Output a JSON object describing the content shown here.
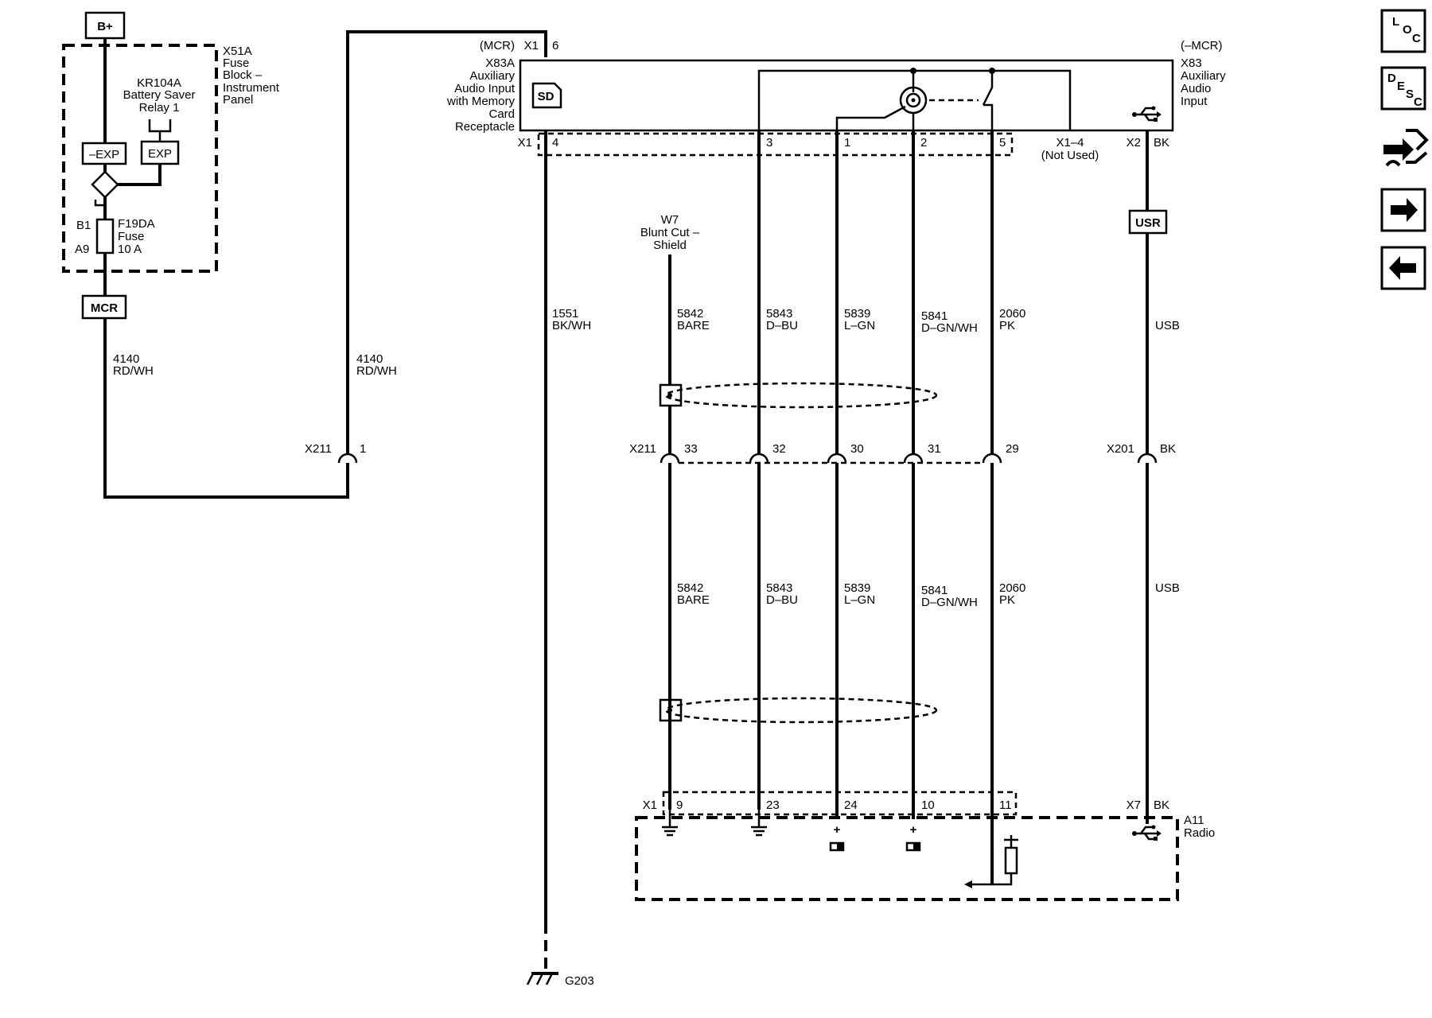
{
  "power": {
    "source": "B+",
    "fuse_block": [
      "X51A",
      "Fuse",
      "Block –",
      "Instrument",
      "Panel"
    ],
    "relay": [
      "KR104A",
      "Battery Saver",
      "Relay 1"
    ],
    "neg_exp": "–EXP",
    "exp": "EXP",
    "pin_b1": "B1",
    "pin_a9": "A9",
    "fuse": [
      "F19DA",
      "Fuse",
      "10 A"
    ],
    "mcr_tag": "MCR",
    "wire_left": [
      "4140",
      "RD/WH"
    ],
    "wire_mid": [
      "4140",
      "RD/WH"
    ],
    "x211_left": "X211",
    "x211_pin1": "1"
  },
  "x83a": {
    "mcr": "(MCR)",
    "conn": "X1",
    "pin6": "6",
    "title": [
      "X83A",
      "Auxiliary",
      "Audio Input",
      "with Memory",
      "Card",
      "Receptacle"
    ],
    "sd_icon": "SD",
    "x1_bottom": "X1",
    "pin4": "4"
  },
  "x83": {
    "mcr": "(–MCR)",
    "title": [
      "X83",
      "Auxiliary",
      "Audio",
      "Input"
    ],
    "pins": [
      "3",
      "1",
      "2",
      "5"
    ],
    "not_used": [
      "X1–4",
      "(Not Used)"
    ],
    "x2": "X2",
    "bk": "BK"
  },
  "shield": [
    "W7",
    "Blunt Cut –",
    "Shield"
  ],
  "ground_wire": [
    "1551",
    "BK/WH"
  ],
  "wires_upper": [
    [
      "5842",
      "BARE"
    ],
    [
      "5843",
      "D–BU"
    ],
    [
      "5839",
      "L–GN"
    ],
    [
      "5841",
      "D–GN/WH"
    ],
    [
      "2060",
      "PK"
    ]
  ],
  "wires_lower": [
    [
      "5842",
      "BARE"
    ],
    [
      "5843",
      "D–BU"
    ],
    [
      "5839",
      "L–GN"
    ],
    [
      "5841",
      "D–GN/WH"
    ],
    [
      "2060",
      "PK"
    ]
  ],
  "usr_tag": "USR",
  "usb_upper": "USB",
  "usb_lower": "USB",
  "x211_mid": "X211",
  "x211_pins": [
    "33",
    "32",
    "30",
    "31",
    "29"
  ],
  "x201": "X201",
  "x201_bk": "BK",
  "radio": {
    "x1": "X1",
    "pins": [
      "9",
      "23",
      "24",
      "10",
      "11"
    ],
    "x7": "X7",
    "bk": "BK",
    "title": [
      "A11",
      "Radio"
    ]
  },
  "ground": "G203",
  "nav": {
    "loc": [
      "L",
      "O",
      "C"
    ],
    "desc": [
      "D",
      "E",
      "S",
      "C"
    ]
  }
}
